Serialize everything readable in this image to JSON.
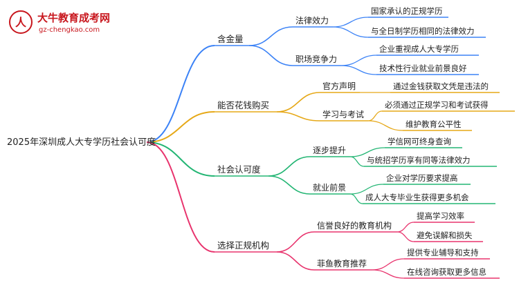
{
  "logo": {
    "title": "大牛教育成考网",
    "url": "gz-chengkao.com",
    "color": "#c8161d"
  },
  "root": "2025年深圳成人大专学历社会认可度",
  "branches": [
    {
      "label": "含金量",
      "color": "#3b82f6",
      "children": [
        {
          "label": "法律效力",
          "children": [
            "国家承认的正规学历",
            "与全日制学历相同的法律效力"
          ]
        },
        {
          "label": "职场竞争力",
          "children": [
            "企业重视成人大专学历",
            "技术性行业就业前景良好"
          ]
        }
      ]
    },
    {
      "label": "能否花钱购买",
      "color": "#e6a817",
      "children": [
        {
          "label": "官方声明",
          "children": [
            "通过金钱获取文凭是违法的"
          ]
        },
        {
          "label": "学习与考试",
          "children": [
            "必须通过正规学习和考试获得",
            "维护教育公平性"
          ]
        }
      ]
    },
    {
      "label": "社会认可度",
      "color": "#22b573",
      "children": [
        {
          "label": "逐步提升",
          "children": [
            "学信网可终身查询",
            "与统招学历享有同等法律效力"
          ]
        },
        {
          "label": "就业前景",
          "children": [
            "企业对学历要求提高",
            "成人大专毕业生获得更多机会"
          ]
        }
      ]
    },
    {
      "label": "选择正规机构",
      "color": "#e8336d",
      "children": [
        {
          "label": "信誉良好的教育机构",
          "children": [
            "提高学习效率",
            "避免误解和损失"
          ]
        },
        {
          "label": "菲鱼教育推荐",
          "children": [
            "提供专业辅导和支持",
            "在线咨询获取更多信息"
          ]
        }
      ]
    }
  ]
}
